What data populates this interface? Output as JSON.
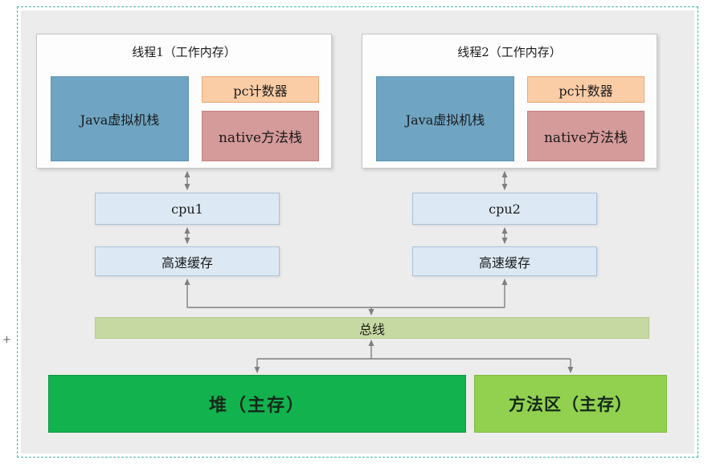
{
  "canvas": {
    "anchor_glyph": "+",
    "selection_border_color": "#45b6af",
    "panel_bg": "#ececec"
  },
  "threads": [
    {
      "title": "线程1（工作内存）",
      "jvm_stack": "Java虚拟机栈",
      "pc_counter": "pc计数器",
      "native_stack": "native方法栈"
    },
    {
      "title": "线程2（工作内存）",
      "jvm_stack": "Java虚拟机栈",
      "pc_counter": "pc计数器",
      "native_stack": "native方法栈"
    }
  ],
  "cpus": [
    {
      "label": "cpu1"
    },
    {
      "label": "cpu2"
    }
  ],
  "caches": [
    {
      "label": "高速缓存"
    },
    {
      "label": "高速缓存"
    }
  ],
  "bus": {
    "label": "总线"
  },
  "heap": {
    "label": "堆（主存）"
  },
  "method_area": {
    "label": "方法区（主存）"
  },
  "colors": {
    "jvm_stack": "#6fa5c3",
    "pc_counter": "#fbcda6",
    "native_stack": "#d59a9a",
    "cpu_cache": "#dce9f4",
    "bus": "#c7d9a2",
    "heap": "#12b24e",
    "method_area": "#92d050",
    "arrow": "#7f7f7f"
  }
}
